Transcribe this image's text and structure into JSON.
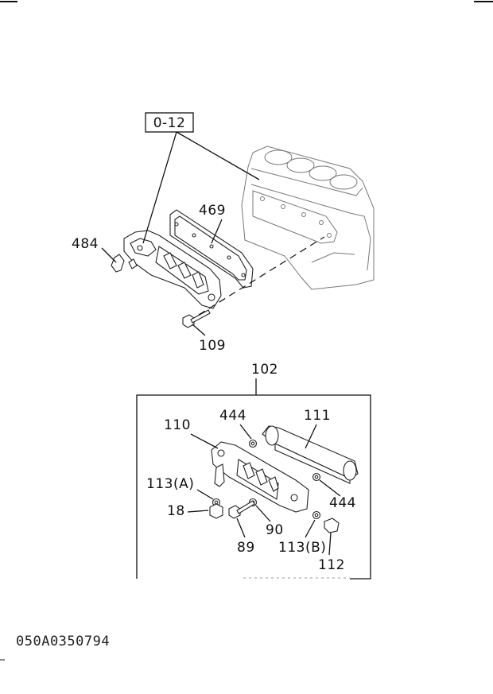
{
  "diagram": {
    "callouts": {
      "group_ref": "0-12",
      "gasket": "469",
      "clip": "484",
      "bolt_upper": "109",
      "assembly": "102",
      "housing": "110",
      "washer_top": "444",
      "cooler": "111",
      "washer_right": "444",
      "washer_a": "113(A)",
      "plug_18": "18",
      "washer_90": "90",
      "bolt_89": "89",
      "washer_b": "113(B)",
      "plug_112": "112"
    },
    "figure_code": "050A0350794"
  }
}
